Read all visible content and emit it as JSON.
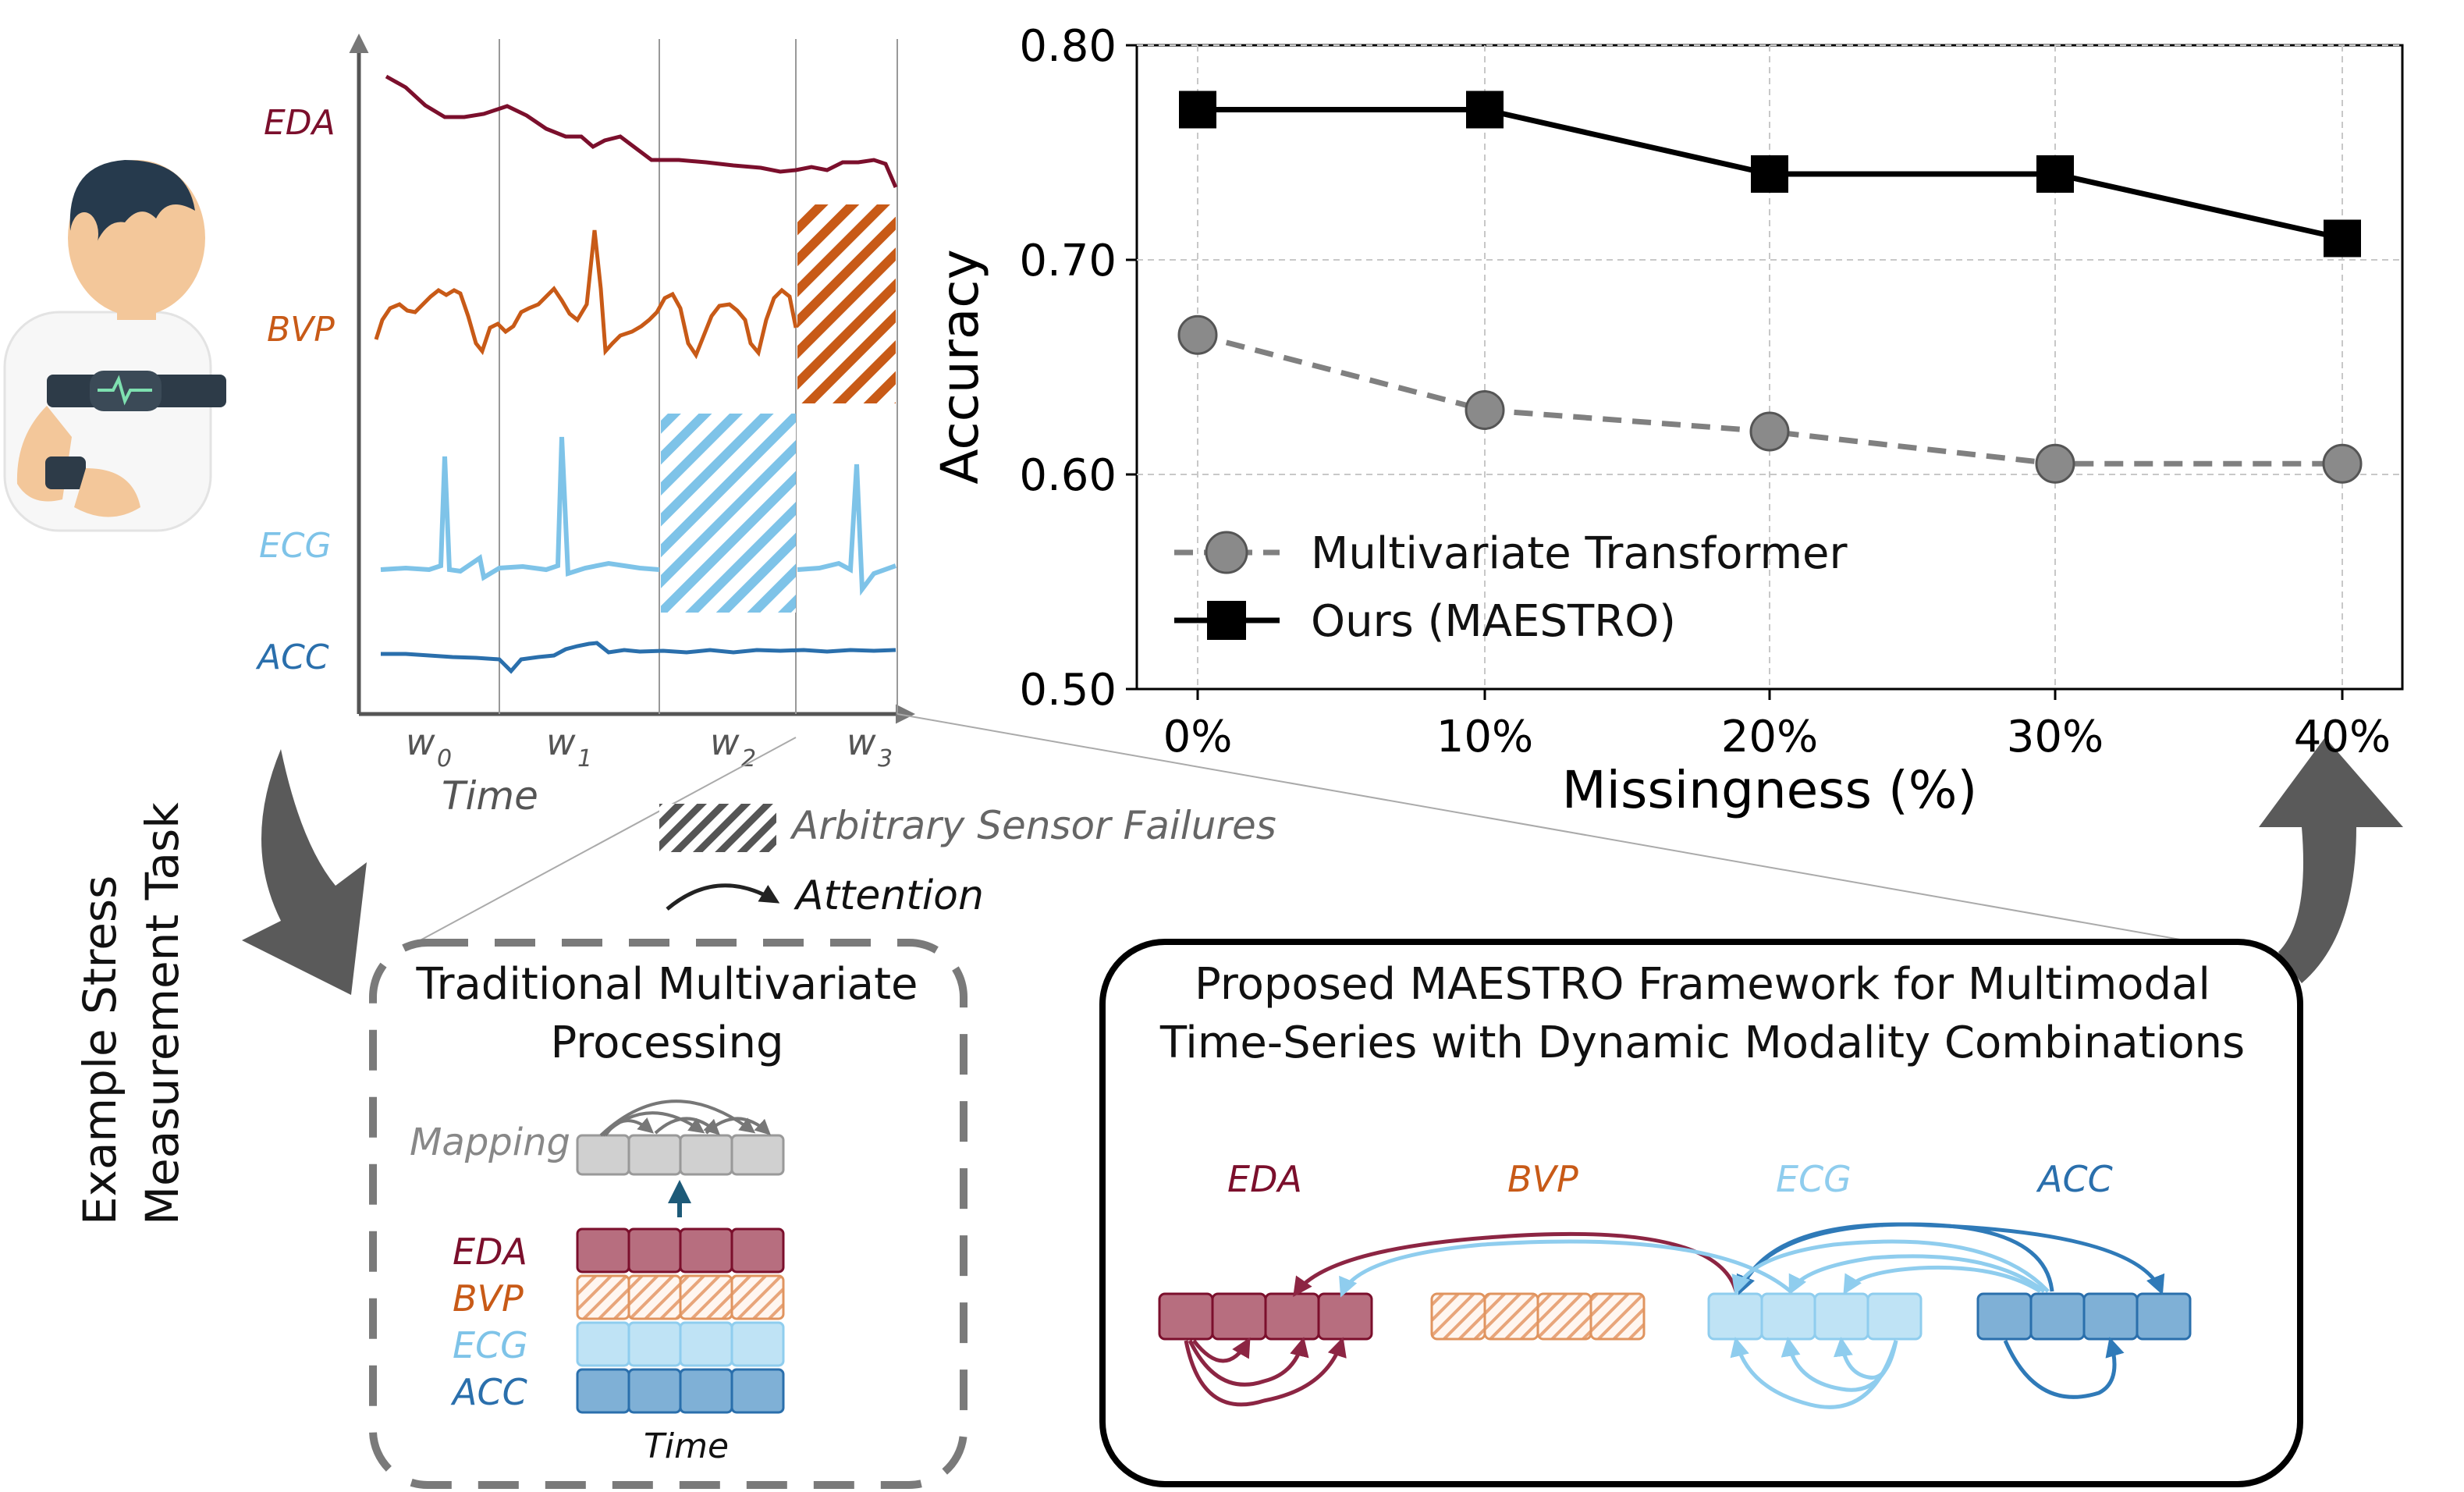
{
  "colors": {
    "eda": "#7b0f2c",
    "bvp": "#c85a17",
    "ecg": "#7ec3e8",
    "acc": "#2a6fac",
    "eda_fill": "#b76e7f",
    "ecg_fill": "#bfe3f5",
    "acc_fill": "#7fb0d6",
    "grey": "#555555",
    "line_ours": "#000000",
    "line_baseline": "#808080"
  },
  "signals_panel": {
    "labels": {
      "eda": "EDA",
      "bvp": "BVP",
      "ecg": "ECG",
      "acc": "ACC"
    },
    "windows": [
      "w",
      "w",
      "w",
      "w"
    ],
    "window_subscripts": [
      "0",
      "1",
      "2",
      "3"
    ],
    "time_label": "Time"
  },
  "legend_small": {
    "failures": "Arbitrary  Sensor Failures",
    "attention": "Attention"
  },
  "side_label": {
    "line1": "Example Stress",
    "line2": "Measurement Task"
  },
  "traditional_box": {
    "title_line1": "Traditional Multivariate",
    "title_line2": "Processing",
    "mapping_label": "Mapping",
    "row_labels": [
      "EDA",
      "BVP",
      "ECG",
      "ACC"
    ],
    "time_label": "Time"
  },
  "proposed_box": {
    "title_line1": "Proposed MAESTRO Framework for Multimodal",
    "title_line2": "Time-Series with Dynamic Modality Combinations",
    "modality_labels": [
      "EDA",
      "BVP",
      "ECG",
      "ACC"
    ]
  },
  "chart_data": {
    "type": "line",
    "categories": [
      "0%",
      "10%",
      "20%",
      "30%",
      "40%"
    ],
    "x": [
      0,
      10,
      20,
      30,
      40
    ],
    "xlabel": "Missingness (%)",
    "ylabel": "Accuracy",
    "ylim": [
      0.5,
      0.8
    ],
    "yticks": [
      "0.50",
      "0.60",
      "0.70",
      "0.80"
    ],
    "grid": true,
    "legend_position": "lower-left",
    "series": [
      {
        "name": "Multivariate Transformer",
        "values": [
          0.665,
          0.63,
          0.62,
          0.605,
          0.605
        ],
        "marker": "circle",
        "style": "dashed",
        "color": "#808080"
      },
      {
        "name": "Ours (MAESTRO)",
        "values": [
          0.77,
          0.77,
          0.74,
          0.74,
          0.71
        ],
        "marker": "square",
        "style": "solid",
        "color": "#000000"
      }
    ]
  }
}
